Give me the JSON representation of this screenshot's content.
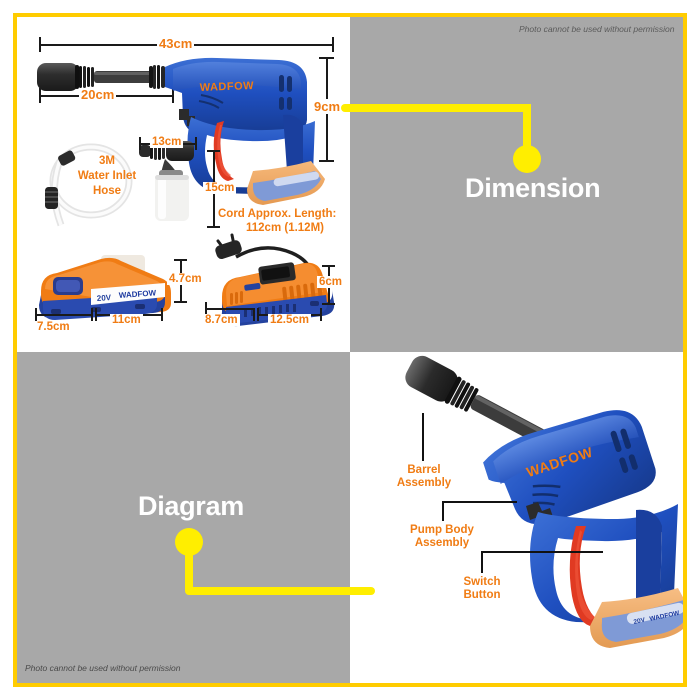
{
  "frame": {
    "accent_color": "#FFCC00",
    "panel_gray": "#A8A8A8",
    "label_orange": "#F07C14",
    "connector_yellow": "#FFEE00"
  },
  "watermark": {
    "top_right": "Photo cannot be used without permission",
    "bottom_left": "Photo cannot be used without permission"
  },
  "sections": {
    "dimension": {
      "title": "Dimension"
    },
    "diagram": {
      "title": "Diagram"
    }
  },
  "dimension_panel": {
    "brand": "WADFOW",
    "measurements": [
      {
        "name": "gun-total-length",
        "value": "43cm"
      },
      {
        "name": "barrel-length",
        "value": "20cm"
      },
      {
        "name": "gun-height",
        "value": "9cm"
      },
      {
        "name": "foam-bottle-width",
        "value": "13cm"
      },
      {
        "name": "foam-bottle-height",
        "value": "15cm"
      },
      {
        "name": "battery-height",
        "value": "4.7cm"
      },
      {
        "name": "battery-length",
        "value": "11cm"
      },
      {
        "name": "battery-depth",
        "value": "7.5cm"
      },
      {
        "name": "charger-height",
        "value": "6cm"
      },
      {
        "name": "charger-length",
        "value": "12.5cm"
      },
      {
        "name": "charger-depth",
        "value": "8.7cm"
      }
    ],
    "hose_label_lines": [
      "3M",
      "Water Inlet",
      "Hose"
    ],
    "cord_label_lines": [
      "Cord Approx. Length:",
      "112cm (1.12M)"
    ],
    "battery_voltage": "20V"
  },
  "diagram_panel": {
    "brand": "WADFOW",
    "battery_voltage": "20V",
    "callouts": [
      {
        "name": "barrel-assembly",
        "lines": [
          "Barrel",
          "Assembly"
        ]
      },
      {
        "name": "pump-body-assembly",
        "lines": [
          "Pump Body",
          "Assembly"
        ]
      },
      {
        "name": "switch-button",
        "lines": [
          "Switch",
          "Button"
        ]
      }
    ]
  }
}
